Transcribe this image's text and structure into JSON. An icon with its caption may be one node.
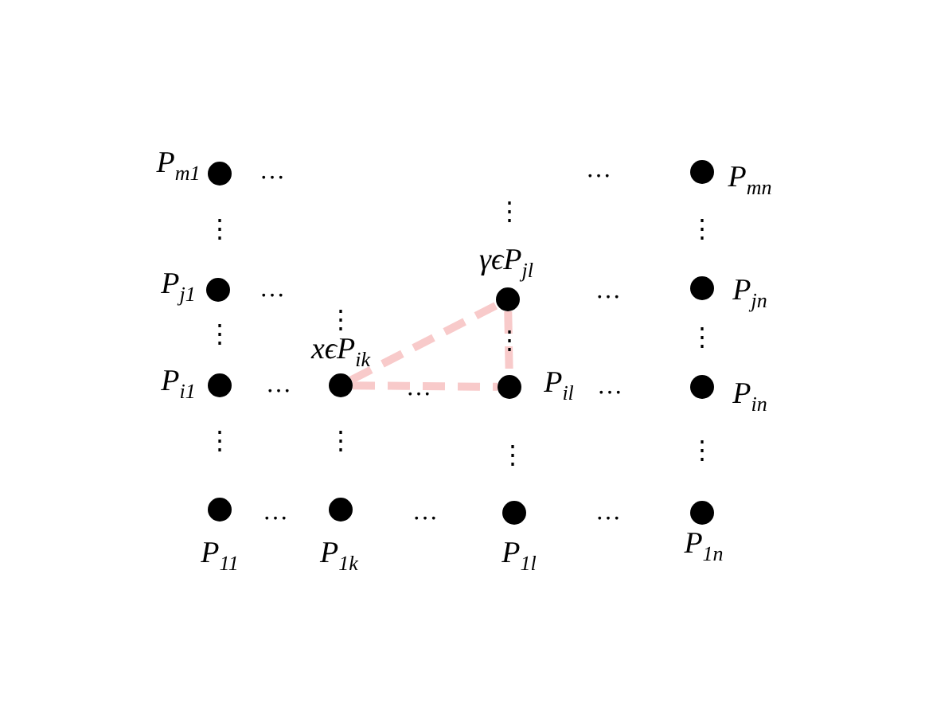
{
  "diagram": {
    "nodes": [
      {
        "text": [],
        "shape": "circle",
        "beside": [
          "P$_{m1}$"
        ]
      },
      {
        "text": [],
        "shape": "circle",
        "beside": [
          "P$_{mn}$"
        ]
      },
      {
        "text": [],
        "shape": "circle",
        "beside": [
          "P$_{j1}$"
        ]
      },
      {
        "text": [],
        "shape": "circle",
        "beside": [
          "γϵP$_{jl}$"
        ]
      },
      {
        "text": [],
        "shape": "circle",
        "beside": [
          "P$_{jn}$"
        ]
      },
      {
        "text": [],
        "shape": "circle",
        "beside": [
          "P$_{i1}$"
        ]
      },
      {
        "text": [],
        "shape": "circle",
        "beside": [
          "xϵP$_{ik}$"
        ]
      },
      {
        "text": [],
        "shape": "circle",
        "beside": [
          "P$_{il}$"
        ]
      },
      {
        "text": [],
        "shape": "circle",
        "beside": [
          "P$_{in}$"
        ]
      },
      {
        "text": [],
        "shape": "circle",
        "beside": [
          "P$_{11}$"
        ]
      },
      {
        "text": [],
        "shape": "circle",
        "beside": [
          "P$_{1k}$"
        ]
      },
      {
        "text": [],
        "shape": "circle",
        "beside": [
          "P$_{1l}$"
        ]
      },
      {
        "text": [],
        "shape": "circle",
        "beside": [
          "P$_{1n}$"
        ]
      }
    ],
    "edges": [
      {
        "from": 6,
        "to": 3,
        "arrow": "none",
        "style": "dashed",
        "color": "#f8caca"
      },
      {
        "from": 6,
        "to": 7,
        "arrow": "none",
        "style": "dashed",
        "color": "#f8caca"
      },
      {
        "from": 3,
        "to": 7,
        "arrow": "none",
        "style": "dashed",
        "color": "#f8caca"
      }
    ],
    "labels": [
      "…",
      "…",
      "⋮",
      "⋮",
      "⋮",
      "…",
      "…",
      "⋮",
      "⋮",
      "⋮",
      "⋮",
      "…",
      "…",
      "…",
      "⋮",
      "⋮",
      "⋮",
      "⋮",
      "…",
      "…",
      "…"
    ]
  }
}
